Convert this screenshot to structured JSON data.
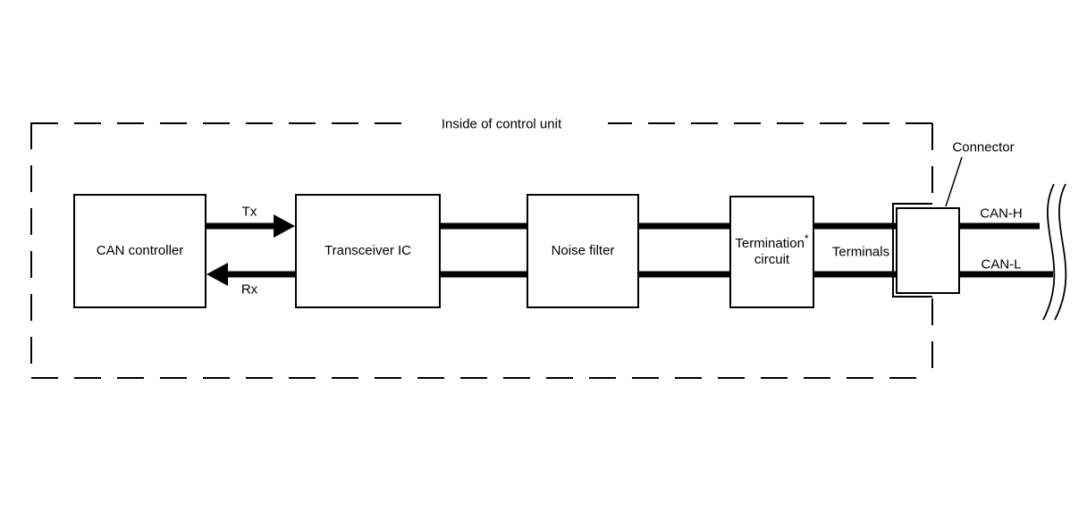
{
  "title": "Inside of control unit",
  "colors": {
    "line": "#000000",
    "background": "#ffffff"
  },
  "blocks": {
    "can_controller": "CAN controller",
    "transceiver_ic": "Transceiver IC",
    "noise_filter": "Noise filter",
    "termination_line1": "Termination",
    "termination_asterisk": "*",
    "termination_line2": "circuit"
  },
  "signals": {
    "tx": "Tx",
    "rx": "Rx"
  },
  "labels": {
    "terminals": "Terminals",
    "connector": "Connector",
    "can_h": "CAN-H",
    "can_l": "CAN-L"
  }
}
